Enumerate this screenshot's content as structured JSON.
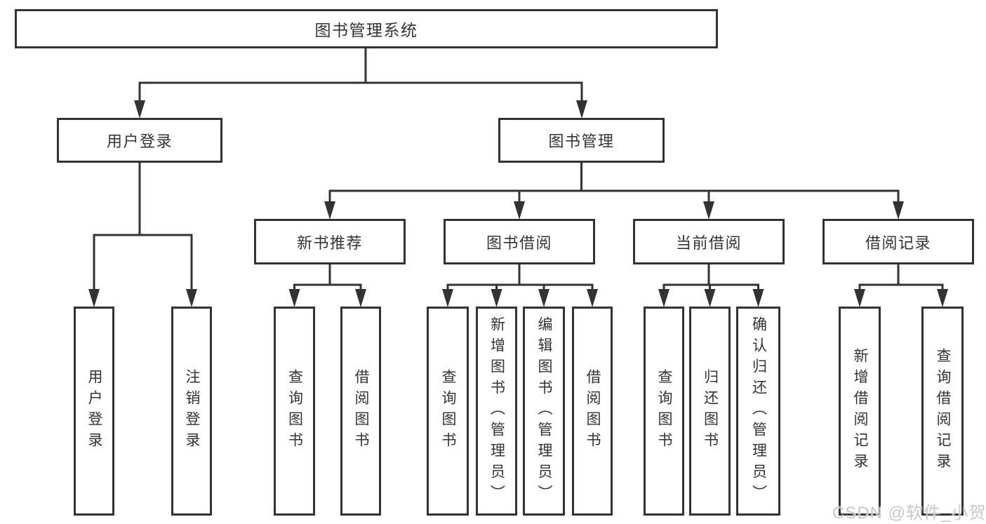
{
  "colors": {
    "line": "#333333",
    "box_border": "#333333",
    "text": "#333333",
    "background": "#ffffff",
    "watermark_text": "#c7c7c7"
  },
  "tree": {
    "label": "图书管理系统",
    "children": [
      {
        "label": "用户登录",
        "children": [
          {
            "label": "用户登录"
          },
          {
            "label": "注销登录"
          }
        ]
      },
      {
        "label": "图书管理",
        "children": [
          {
            "label": "新书推荐",
            "children": [
              {
                "label": "查询图书"
              },
              {
                "label": "借阅图书"
              }
            ]
          },
          {
            "label": "图书借阅",
            "children": [
              {
                "label": "查询图书"
              },
              {
                "label": "新增图书（管理员）"
              },
              {
                "label": "编辑图书（管理员）"
              },
              {
                "label": "借阅图书"
              }
            ]
          },
          {
            "label": "当前借阅",
            "children": [
              {
                "label": "查询图书"
              },
              {
                "label": "归还图书"
              },
              {
                "label": "确认归还（管理员）"
              }
            ]
          },
          {
            "label": "借阅记录",
            "children": [
              {
                "label": "新增借阅记录"
              },
              {
                "label": "查询借阅记录"
              }
            ]
          }
        ]
      }
    ]
  },
  "watermark": {
    "text": "CSDN @软件_小贺同学"
  }
}
